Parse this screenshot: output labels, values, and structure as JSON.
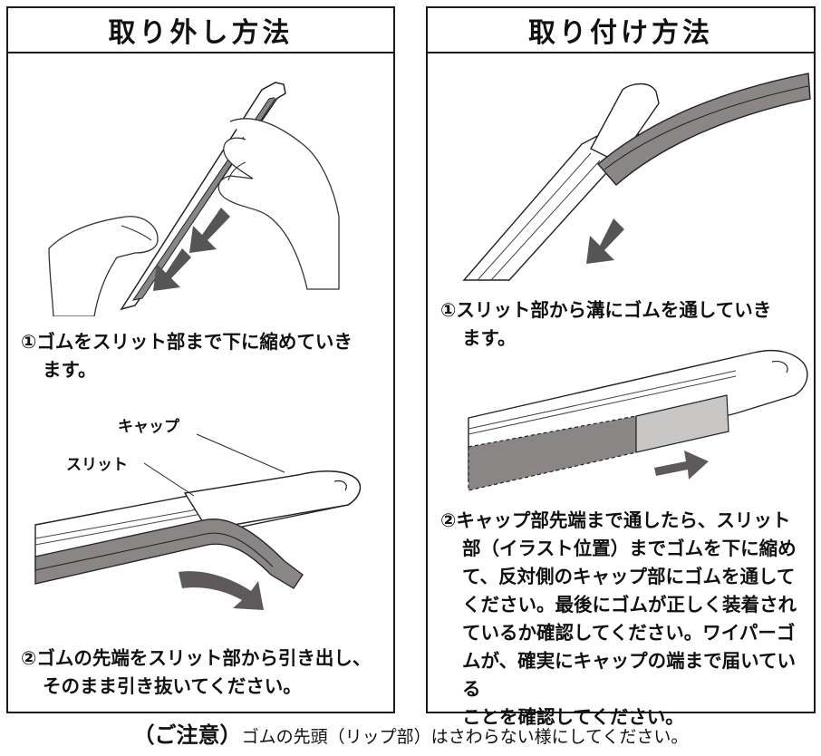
{
  "left_panel": {
    "title": "取り外し方法",
    "step1": {
      "number": "①",
      "line1": "ゴムをスリット部まで下に縮めていき",
      "line2": "ます。"
    },
    "labels": {
      "cap": "キャップ",
      "slit": "スリット"
    },
    "step2": {
      "number": "②",
      "line1": "ゴムの先端をスリット部から引き出し、",
      "line2": "そのまま引き抜いてください。"
    }
  },
  "right_panel": {
    "title": "取り付け方法",
    "step1": {
      "number": "①",
      "line1": "スリット部から溝にゴムを通していき",
      "line2": "ます。"
    },
    "step2": {
      "number": "②",
      "lines": [
        "キャップ部先端まで通したら、スリット",
        "部（イラスト位置）までゴムを下に縮め",
        "て、反対側のキャップ部にゴムを通して",
        "ください。最後にゴムが正しく装着され",
        "ているか確認してください。ワイパーゴ",
        "ムが、確実にキャップの端まで届いている",
        "ことを確認してください。"
      ]
    }
  },
  "footer": {
    "emphasis": "（ご注意）",
    "text": "ゴムの先頭（リップ部）はさわらない様にしてください。"
  },
  "colors": {
    "border": "#1a1a1a",
    "rubber": "#8a8686",
    "arrow": "#555555",
    "rubber_dark": "#5e5a5a"
  }
}
